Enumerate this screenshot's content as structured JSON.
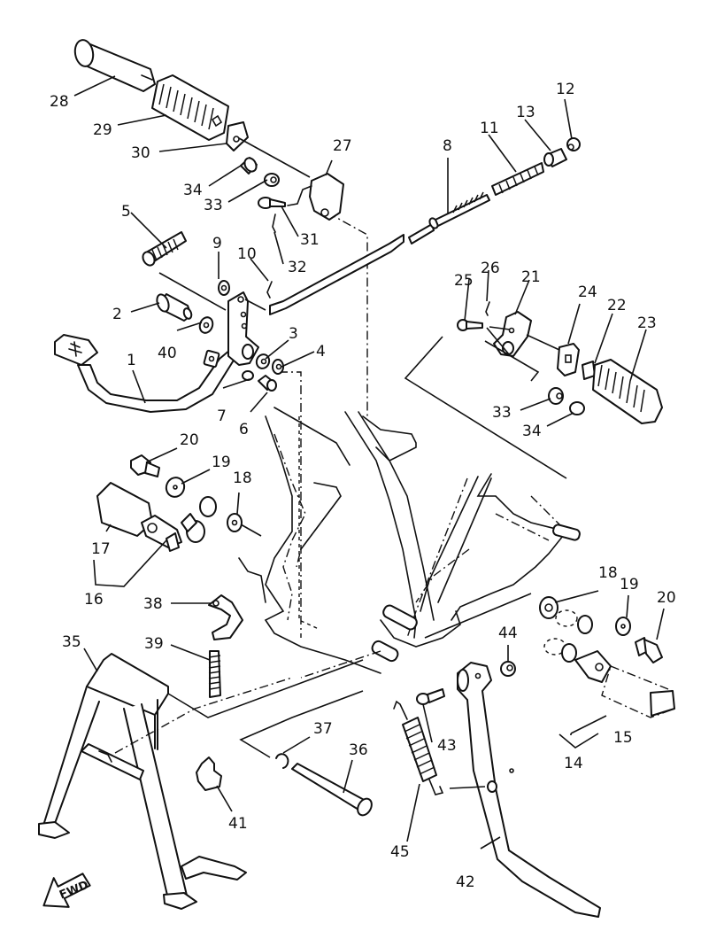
{
  "diagram": {
    "title": "Stand & Footrest Exploded Parts Diagram",
    "direction_marker": "FWD",
    "labels": [
      {
        "id": "1",
        "part": "brake-pedal"
      },
      {
        "id": "2",
        "part": "pedal-shaft"
      },
      {
        "id": "3",
        "part": "washer"
      },
      {
        "id": "4",
        "part": "circlip"
      },
      {
        "id": "5",
        "part": "pedal-return-spring"
      },
      {
        "id": "6",
        "part": "bolt"
      },
      {
        "id": "7",
        "part": "nut"
      },
      {
        "id": "8",
        "part": "brake-rod"
      },
      {
        "id": "9",
        "part": "circlip"
      },
      {
        "id": "10",
        "part": "cotter-pin"
      },
      {
        "id": "11",
        "part": "rod-spring"
      },
      {
        "id": "12",
        "part": "adjusting-nut"
      },
      {
        "id": "13",
        "part": "joint-pin"
      },
      {
        "id": "14",
        "part": "footrest-assembly-right"
      },
      {
        "id": "15",
        "part": "footrest-rubber-right"
      },
      {
        "id": "16",
        "part": "footrest-assembly-left"
      },
      {
        "id": "17",
        "part": "footrest-rubber-left"
      },
      {
        "id": "18",
        "part": "damper"
      },
      {
        "id": "19",
        "part": "washer"
      },
      {
        "id": "20",
        "part": "bolt"
      },
      {
        "id": "21",
        "part": "rear-footrest-bracket"
      },
      {
        "id": "22",
        "part": "rear-footrest"
      },
      {
        "id": "23",
        "part": "footrest-cover"
      },
      {
        "id": "24",
        "part": "plate"
      },
      {
        "id": "25",
        "part": "pin"
      },
      {
        "id": "26",
        "part": "cotter-pin"
      },
      {
        "id": "27",
        "part": "rear-footrest-bracket-left"
      },
      {
        "id": "28",
        "part": "rear-footrest-left"
      },
      {
        "id": "29",
        "part": "footrest-cover-left"
      },
      {
        "id": "30",
        "part": "plate"
      },
      {
        "id": "31",
        "part": "pin"
      },
      {
        "id": "32",
        "part": "cotter-pin"
      },
      {
        "id": "33",
        "part": "ball"
      },
      {
        "id": "34",
        "part": "spring"
      },
      {
        "id": "35",
        "part": "main-stand"
      },
      {
        "id": "36",
        "part": "shaft"
      },
      {
        "id": "37",
        "part": "circlip"
      },
      {
        "id": "38",
        "part": "spring-hanger"
      },
      {
        "id": "39",
        "part": "spring"
      },
      {
        "id": "40",
        "part": "washer"
      },
      {
        "id": "41",
        "part": "stopper"
      },
      {
        "id": "42",
        "part": "side-stand"
      },
      {
        "id": "43",
        "part": "bolt"
      },
      {
        "id": "44",
        "part": "nut"
      },
      {
        "id": "45",
        "part": "side-stand-spring"
      }
    ]
  }
}
